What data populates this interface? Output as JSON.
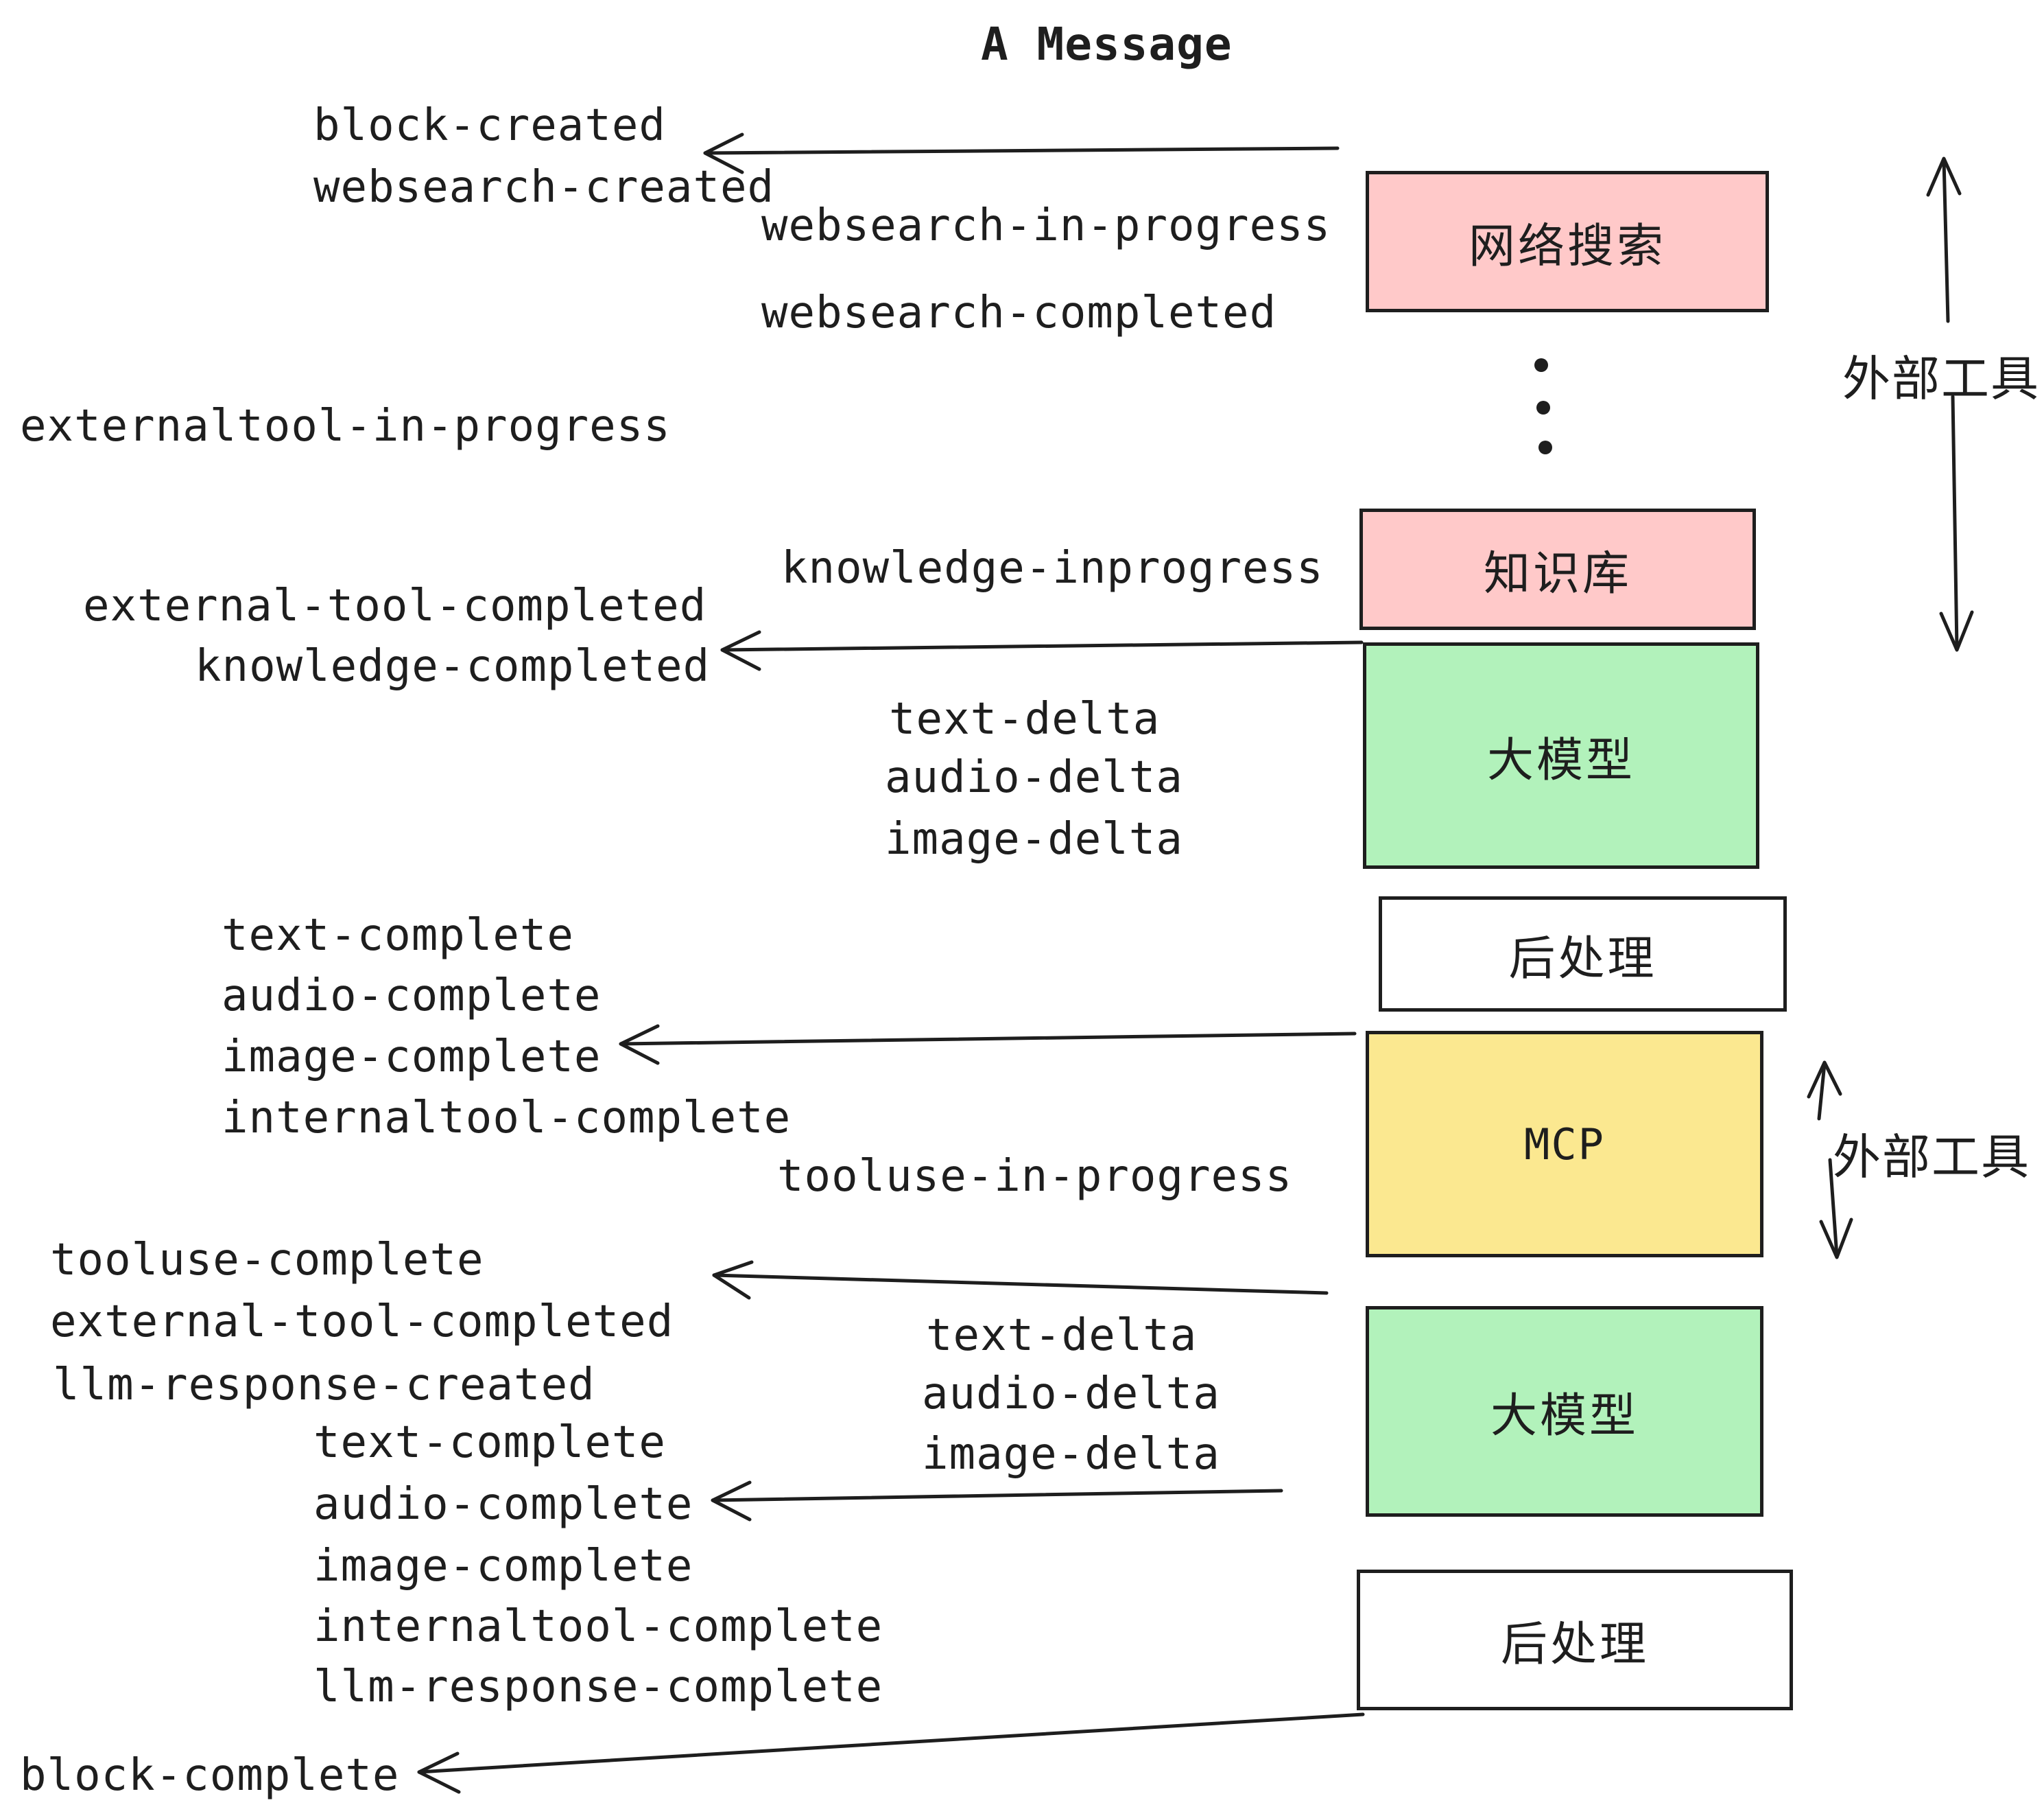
{
  "title": "A Message",
  "colors": {
    "box_pink": "#ffc9c9",
    "box_green": "#b2f2bb",
    "box_yellow": "#fbe890",
    "box_white": "#ffffff",
    "stroke": "#1e1e1e",
    "background": "#ffffff"
  },
  "boxes": [
    {
      "label": "网络搜索",
      "color": "#ffc9c9"
    },
    {
      "label": "知识库",
      "color": "#ffc9c9"
    },
    {
      "label": "大模型",
      "color": "#b2f2bb"
    },
    {
      "label": "后处理",
      "color": "#ffffff"
    },
    {
      "label": "MCP",
      "color": "#fbe890"
    },
    {
      "label": "大模型",
      "color": "#b2f2bb"
    },
    {
      "label": "后处理",
      "color": "#ffffff"
    }
  ],
  "side_labels": [
    {
      "text": "外部工具"
    },
    {
      "text": "外部工具"
    }
  ],
  "events": [
    {
      "text": "block-created"
    },
    {
      "text": "websearch-created"
    },
    {
      "text": "websearch-in-progress"
    },
    {
      "text": "websearch-completed"
    },
    {
      "text": "externaltool-in-progress"
    },
    {
      "text": "knowledge-inprogress"
    },
    {
      "text": "external-tool-completed"
    },
    {
      "text": "knowledge-completed"
    },
    {
      "text": "text-delta"
    },
    {
      "text": "audio-delta"
    },
    {
      "text": "image-delta"
    },
    {
      "text": "text-complete"
    },
    {
      "text": "audio-complete"
    },
    {
      "text": "image-complete"
    },
    {
      "text": "internaltool-complete"
    },
    {
      "text": "tooluse-in-progress"
    },
    {
      "text": "tooluse-complete"
    },
    {
      "text": "external-tool-completed"
    },
    {
      "text": "llm-response-created"
    },
    {
      "text": "text-complete"
    },
    {
      "text": "audio-complete"
    },
    {
      "text": "image-complete"
    },
    {
      "text": "internaltool-complete"
    },
    {
      "text": "llm-response-complete"
    },
    {
      "text": "text-delta"
    },
    {
      "text": "audio-delta"
    },
    {
      "text": "image-delta"
    },
    {
      "text": "block-complete"
    }
  ],
  "icons": {
    "ellipsis_dots": "•••",
    "arrowhead_left": "←",
    "arrow_up": "↑",
    "arrow_down": "↓"
  }
}
